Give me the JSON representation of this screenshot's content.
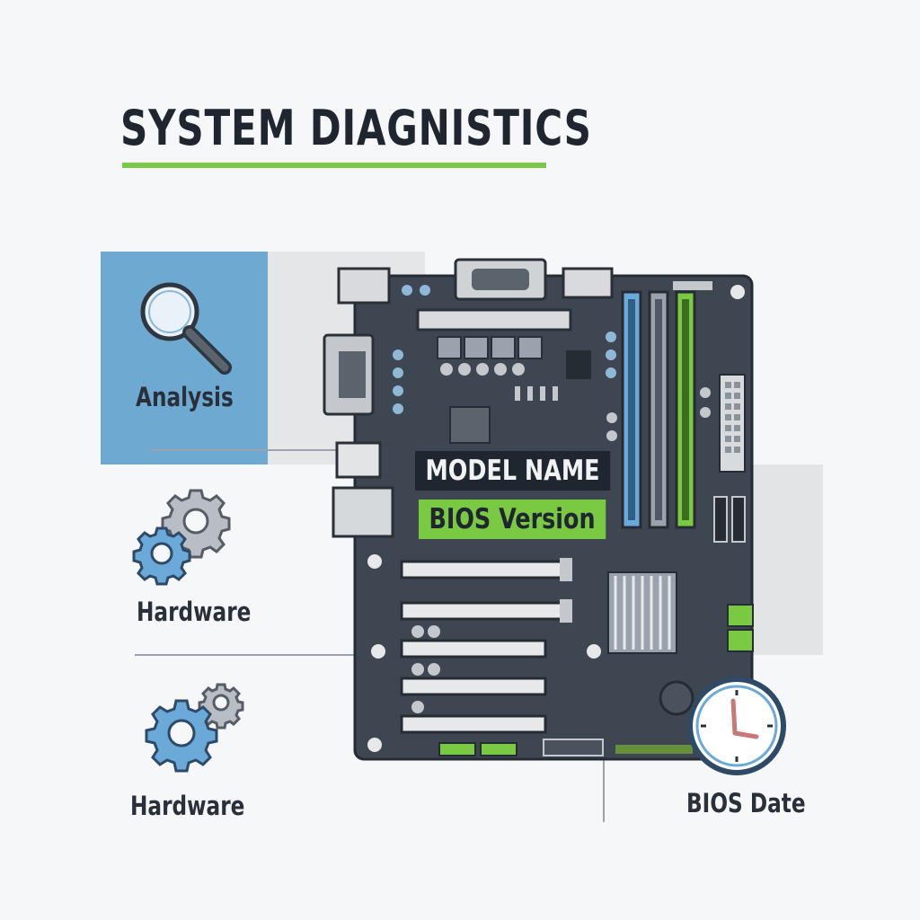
{
  "title": "SYSTEM DIAGNISTICS",
  "labels": {
    "analysis": "Analysis",
    "hardware_1": "Hardware",
    "hardware_2": "Hardware",
    "bios_date": "BIOS Date"
  },
  "board_tags": {
    "model_name": "MODEL NAME",
    "bios_version": "BIOS Version"
  },
  "icons": {
    "analysis": "magnifier-icon",
    "hardware_1": "gears-icon",
    "hardware_2": "gears-icon",
    "bios_date": "clock-icon"
  },
  "colors": {
    "accent_green": "#7ac943",
    "accent_blue": "#6aa9d8",
    "board": "#3e4651",
    "title": "#1f2630"
  }
}
